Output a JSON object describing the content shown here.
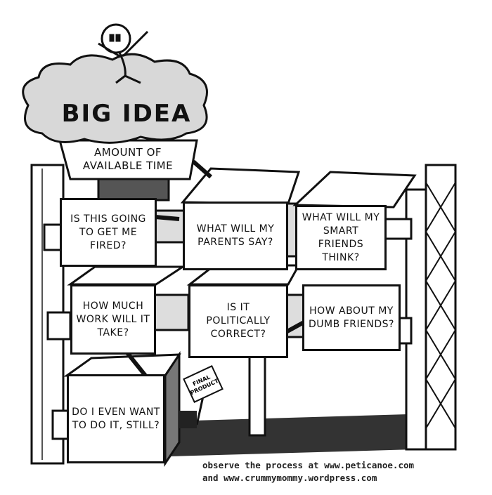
{
  "cloud": {
    "label": "BIG IDEA"
  },
  "funnel": {
    "label": "AMOUNT OF AVAILABLE TIME"
  },
  "boxes": [
    "IS THIS GOING TO GET ME FIRED?",
    "WHAT WILL MY PARENTS SAY?",
    "WHAT WILL MY SMART FRIENDS THINK?",
    "HOW MUCH WORK WILL IT TAKE?",
    "IS IT POLITICALLY CORRECT?",
    "HOW ABOUT MY DUMB FRIENDS?",
    "DO I EVEN WANT TO DO IT, STILL?"
  ],
  "output_sign": "FINAL PRODUCT",
  "caption": {
    "line1": "observe the process at www.peticanoe.com",
    "line2": "and www.crummymommy.wordpress.com"
  }
}
